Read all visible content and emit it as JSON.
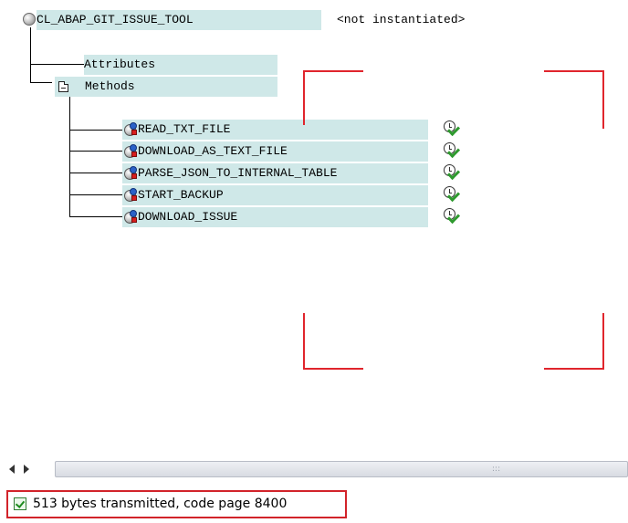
{
  "tree": {
    "root": {
      "name": "CL_ABAP_GIT_ISSUE_TOOL",
      "state": "<not instantiated>"
    },
    "nodes": {
      "attributes": "Attributes",
      "methods": "Methods"
    },
    "methods": [
      {
        "name": "READ_TXT_FILE"
      },
      {
        "name": "DOWNLOAD_AS_TEXT_FILE"
      },
      {
        "name": "PARSE_JSON_TO_INTERNAL_TABLE"
      },
      {
        "name": "START_BACKUP"
      },
      {
        "name": "DOWNLOAD_ISSUE"
      }
    ],
    "icons": {
      "root": "object-ball-icon",
      "folder": "folder-open-icon",
      "method": "method-icon",
      "execute": "execute-clock-check-icon"
    }
  },
  "status": {
    "message": "513 bytes transmitted, code page 8400",
    "icon": "success-check-icon"
  },
  "colors": {
    "node_bg": "#cfe8e8",
    "highlight": "#e0252d"
  }
}
